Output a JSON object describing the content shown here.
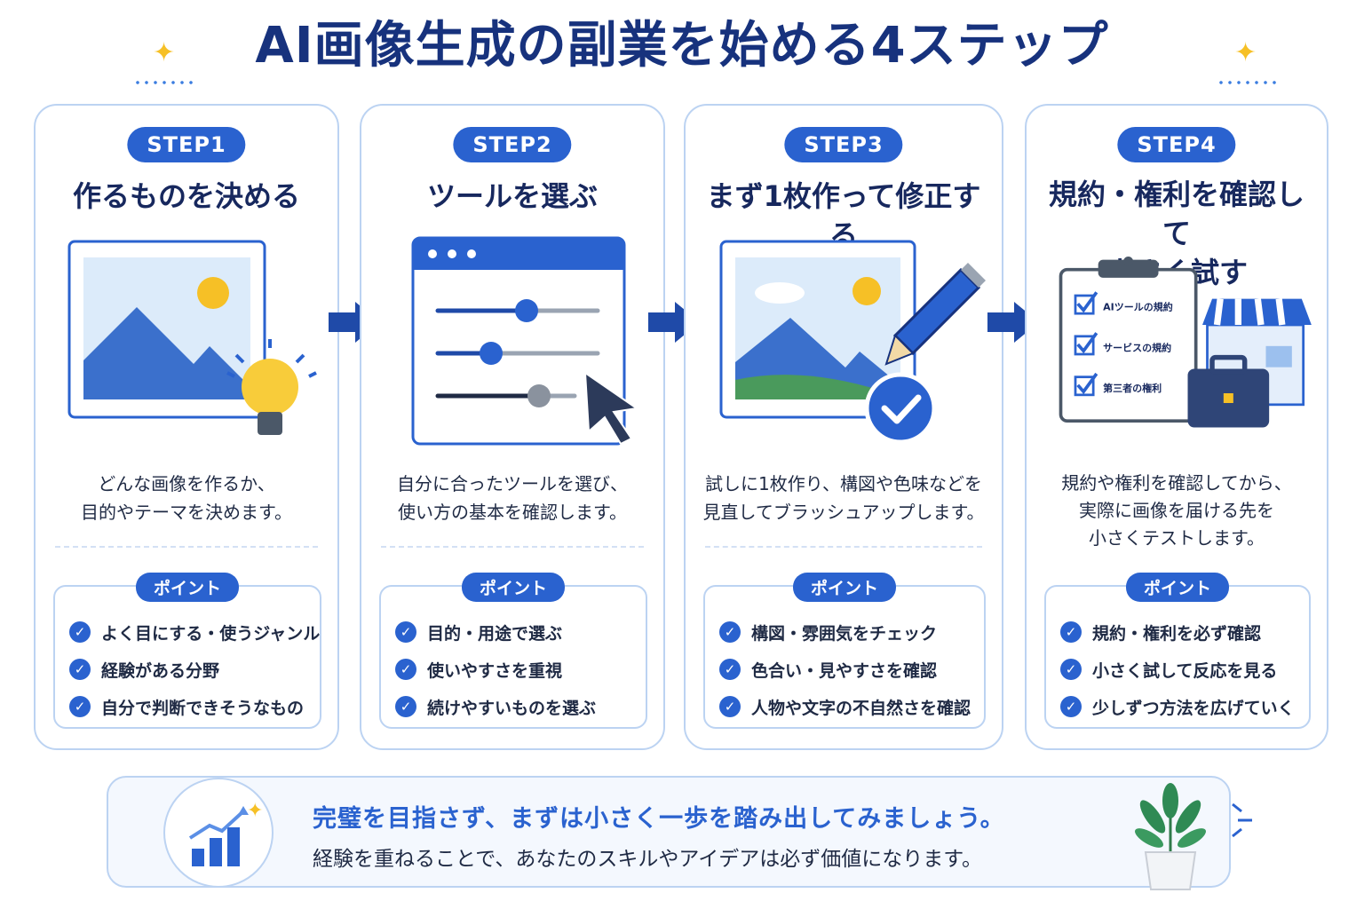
{
  "title": "AI画像生成の副業を始める4ステップ",
  "steps": [
    {
      "badge": "STEP1",
      "heading": "作るものを決める",
      "description": [
        "どんな画像を作るか、",
        "目的やテーマを決めます。"
      ],
      "point_label": "ポイント",
      "points": [
        "よく目にする・使うジャンル",
        "経験がある分野",
        "自分で判断できそうなもの"
      ]
    },
    {
      "badge": "STEP2",
      "heading": "ツールを選ぶ",
      "description": [
        "自分に合ったツールを選び、",
        "使い方の基本を確認します。"
      ],
      "point_label": "ポイント",
      "points": [
        "目的・用途で選ぶ",
        "使いやすさを重視",
        "続けやすいものを選ぶ"
      ]
    },
    {
      "badge": "STEP3",
      "heading": "まず1枚作って修正する",
      "description": [
        "試しに1枚作り、構図や色味などを",
        "見直してブラッシュアップします。"
      ],
      "point_label": "ポイント",
      "points": [
        "構図・雰囲気をチェック",
        "色合い・見やすさを確認",
        "人物や文字の不自然さを確認"
      ]
    },
    {
      "badge": "STEP4",
      "heading": [
        "規約・権利を確認して",
        "小さく試す"
      ],
      "description": [
        "規約や権利を確認してから、",
        "実際に画像を届ける先を",
        "小さくテストします。"
      ],
      "point_label": "ポイント",
      "points": [
        "規約・権利を必ず確認",
        "小さく試して反応を見る",
        "少しずつ方法を広げていく"
      ],
      "checklist": [
        "AIツールの規約",
        "サービスの規約",
        "第三者の権利"
      ]
    }
  ],
  "banner": {
    "line1": "完璧を目指さず、まずは小さく一歩を踏み出してみましょう。",
    "line2": "経験を重ねることで、あなたのスキルやアイデアは必ず価値になります。"
  },
  "colors": {
    "primary": "#2a62cf",
    "title": "#17327d",
    "border": "#bcd3f2",
    "accent_yellow": "#f6c026"
  }
}
